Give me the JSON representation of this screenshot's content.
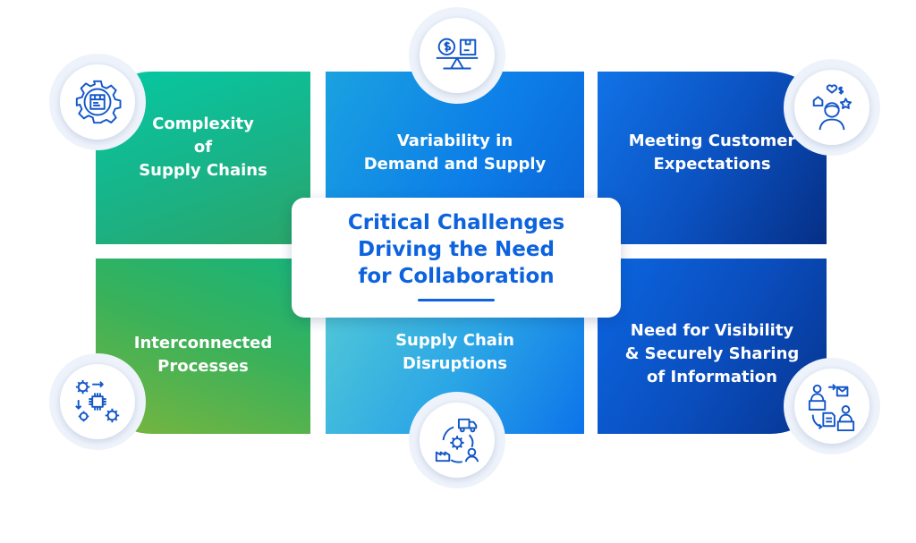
{
  "title": "Critical Challenges\nDriving the Need\nfor Collaboration",
  "challenges": [
    {
      "label": "Complexity\nof\nSupply Chains",
      "icon": "gear-box-icon"
    },
    {
      "label": "Variability in\nDemand and Supply",
      "icon": "balance-scale-icon"
    },
    {
      "label": "Meeting Customer\nExpectations",
      "icon": "customer-icon"
    },
    {
      "label": "Interconnected\nProcesses",
      "icon": "connected-gears-icon"
    },
    {
      "label": "Supply Chain\nDisruptions",
      "icon": "supply-cycle-icon"
    },
    {
      "label": "Need for Visibility\n& Securely Sharing\nof Information",
      "icon": "info-sharing-icon"
    }
  ],
  "colors": {
    "accent": "#0d63de",
    "icon_stroke": "#1457c8"
  }
}
